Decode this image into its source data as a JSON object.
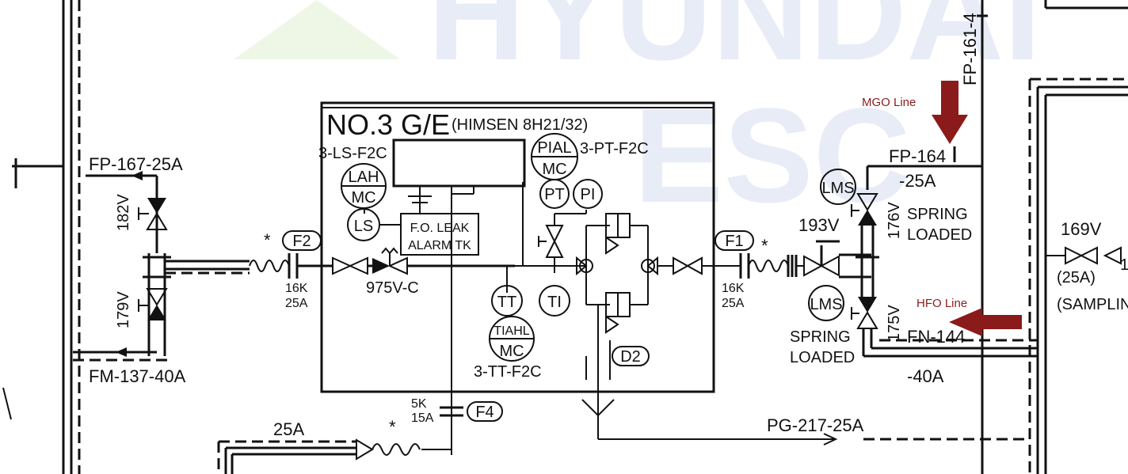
{
  "watermark": {
    "text1": "HYUNDAI",
    "text2": "ESC"
  },
  "engine": {
    "title": "NO.3 G/E",
    "model": "(HIMSEN 8H21/32)"
  },
  "labels": {
    "ls_tag": "3-LS-F2C",
    "pt_tag": "3-PT-F2C",
    "tt_tag": "3-TT-F2C",
    "leak_tank_line1": "F.O. LEAK",
    "leak_tank_line2": "ALARM TK",
    "valve_975": "975V-C",
    "fp167": "FP-167-25A",
    "fm137": "FM-137-40A",
    "v182": "182V",
    "v179": "179V",
    "f2": "F2",
    "f1": "F1",
    "f4": "F4",
    "d2": "D2",
    "rating_16k_left": "16K",
    "rating_25a_left": "25A",
    "rating_16k_right": "16K",
    "rating_25a_right": "25A",
    "rating_5k": "5K",
    "rating_15a": "15A",
    "line_25a": "25A",
    "pg217": "PG-217-25A",
    "fp164": "FP-164",
    "fp164_size": "-25A",
    "fn144": "FN-144",
    "fn144_size": "-40A",
    "fp161": "FP-161-4",
    "v193": "193V",
    "v176": "176V",
    "v175": "175V",
    "spring_loaded_1a": "SPRING",
    "spring_loaded_1b": "LOADED",
    "spring_loaded_2a": "SPRING",
    "spring_loaded_2b": "LOADED",
    "v169": "169V",
    "v169_size": "(25A)",
    "sampling": "(SAMPLIN",
    "sampling_1": "1",
    "asterisk": "*"
  },
  "instruments": {
    "lah": "LAH",
    "lah_mc": "MC",
    "ls": "LS",
    "pial": "PIAL",
    "pial_mc": "MC",
    "pt": "PT",
    "pi": "PI",
    "tt": "TT",
    "ti": "TI",
    "tiahl": "TIAHL",
    "tiahl_mc": "MC",
    "lms1": "LMS",
    "lms2": "LMS"
  },
  "annotations": {
    "mgo": "MGO Line",
    "hfo": "HFO Line",
    "arrow_color": "#8b1a1a"
  }
}
